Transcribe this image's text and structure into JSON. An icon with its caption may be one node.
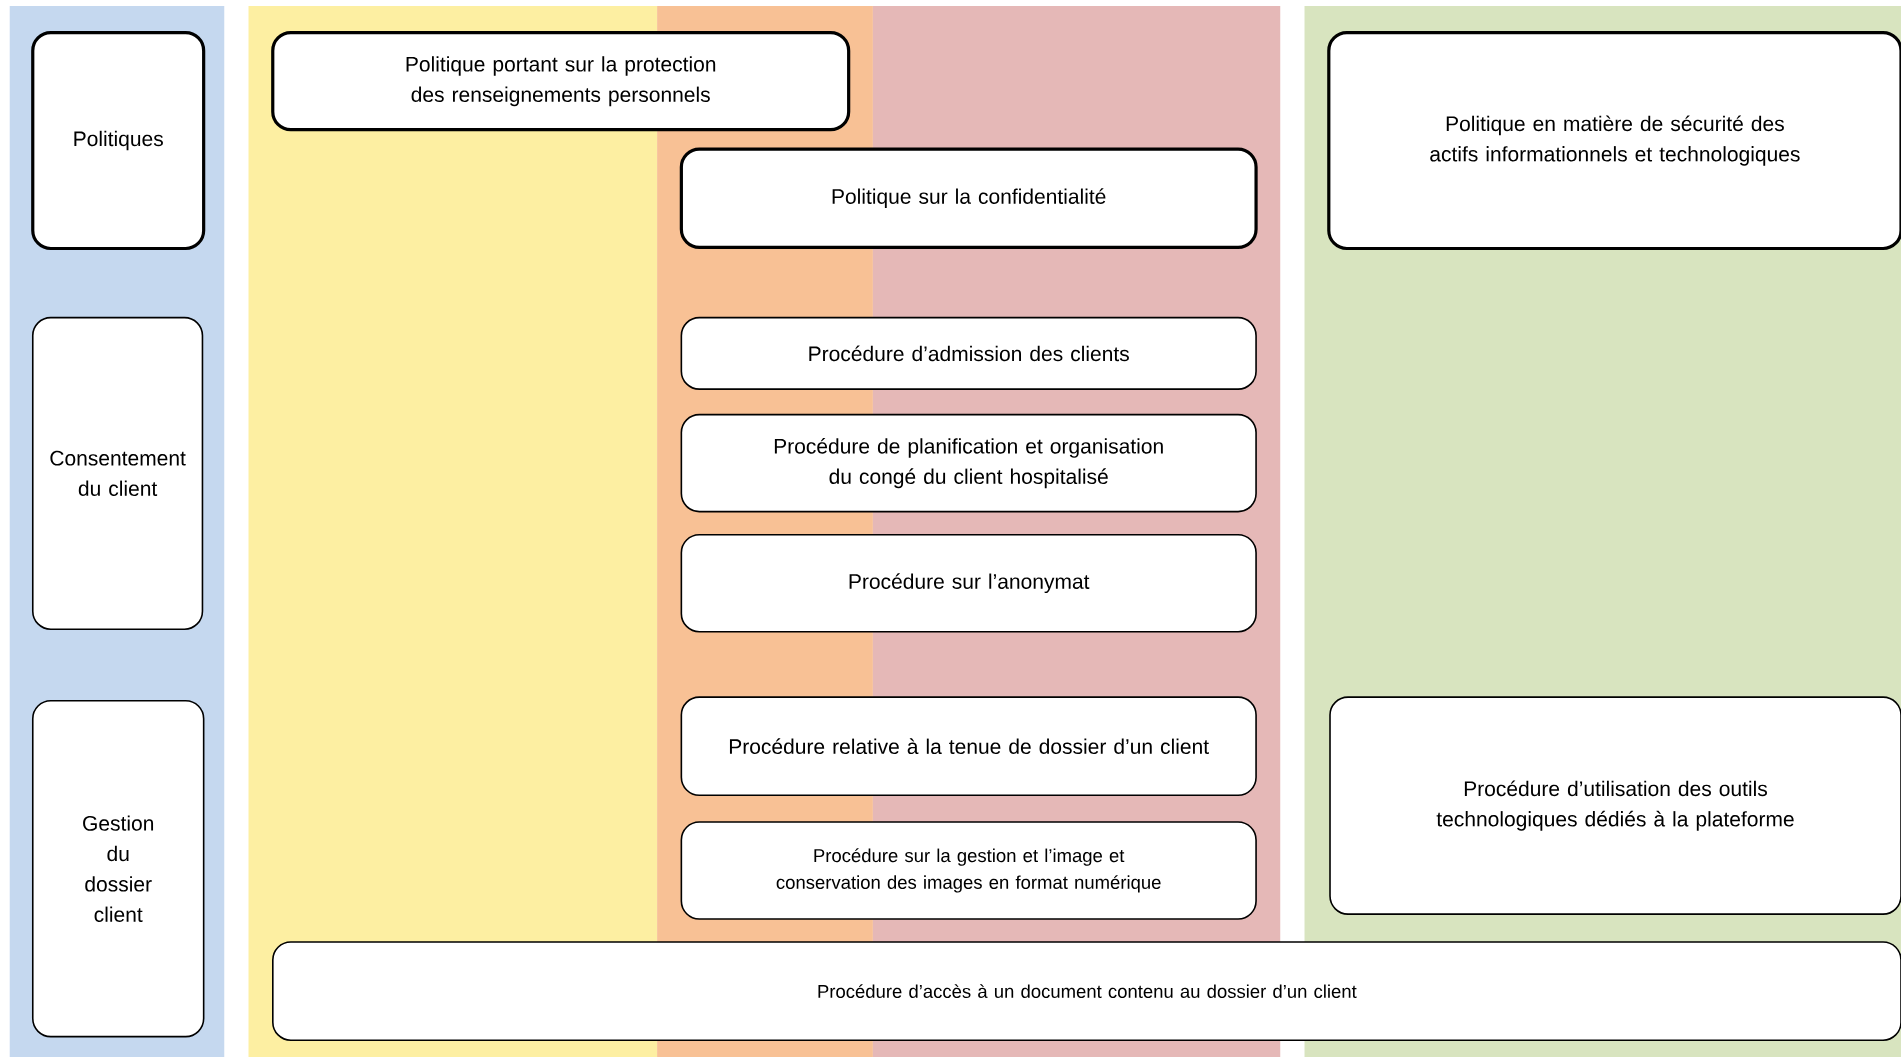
{
  "diagram": {
    "nodes": [
      {
        "text": [
          "Politiques"
        ]
      },
      {
        "text": [
          "Politique portant sur la protection des renseignements personnels"
        ]
      },
      {
        "text": [
          "Politique en matière de sécurité des actifs informationnels et technologiques"
        ]
      },
      {
        "text": [
          "Politique sur la confidentialité"
        ]
      },
      {
        "text": [
          "Consentement du client"
        ]
      },
      {
        "text": [
          "Procédure d’admission des clients"
        ]
      },
      {
        "text": [
          "Procédure de planification et organisation du congé du client hospitalisé"
        ]
      },
      {
        "text": [
          "Procédure sur l’anonymat"
        ]
      },
      {
        "text": [
          "Gestion du dossier client"
        ]
      },
      {
        "text": [
          "Procédure relative à la tenue de dossier d’un client"
        ]
      },
      {
        "text": [
          "Procédure d’utilisation des outils technologiques dédiés à la plateforme"
        ]
      },
      {
        "text": [
          "Procédure sur la gestion et l’image et conservation des images en format numérique"
        ]
      },
      {
        "text": [
          "Procédure d’accès à un document contenu au dossier d’un client"
        ]
      }
    ]
  }
}
